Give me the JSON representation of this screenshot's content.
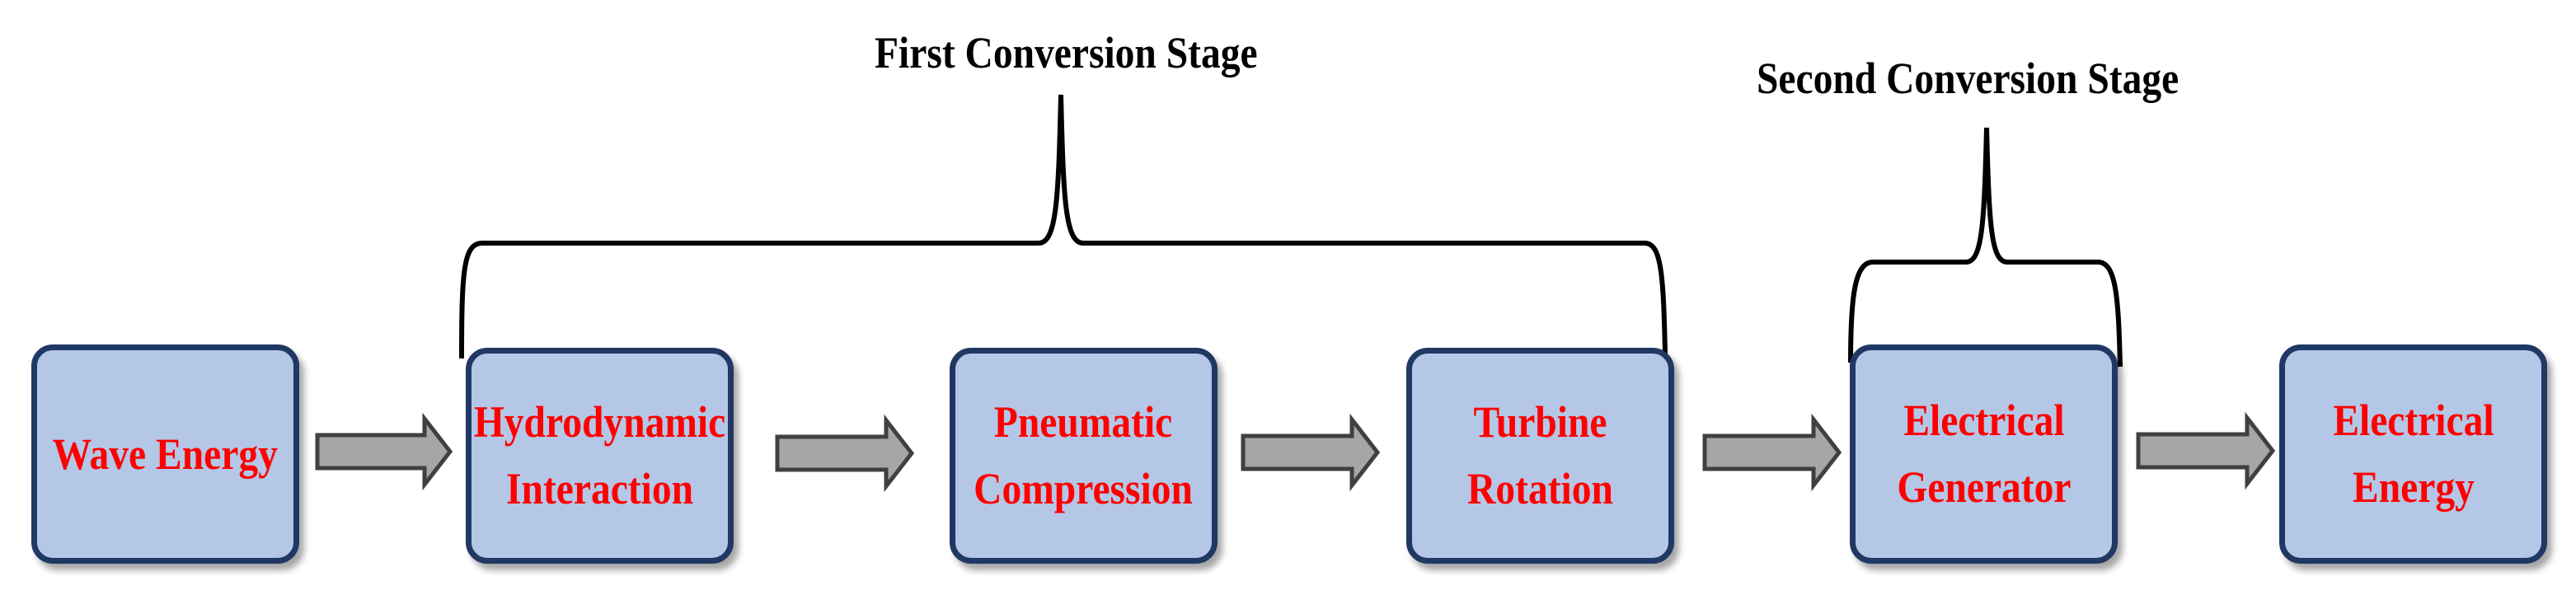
{
  "stages": {
    "first": "First  Conversion Stage",
    "second": "Second  Conversion Stage"
  },
  "boxes": [
    {
      "id": "wave-energy",
      "label": "Wave Energy"
    },
    {
      "id": "hydrodynamic-interaction",
      "label": "Hydrodynamic\nInteraction"
    },
    {
      "id": "pneumatic-compression",
      "label": "Pneumatic\nCompression"
    },
    {
      "id": "turbine-rotation",
      "label": "Turbine\nRotation"
    },
    {
      "id": "electrical-generator",
      "label": "Electrical\nGenerator"
    },
    {
      "id": "electrical-energy",
      "label": "Electrical\nEnergy"
    }
  ],
  "colors": {
    "box_fill": "#b4c7e7",
    "box_border": "#1f3864",
    "box_text": "#ff0000",
    "arrow_fill": "#a6a6a6",
    "arrow_stroke": "#404040",
    "bracket": "#000000"
  }
}
